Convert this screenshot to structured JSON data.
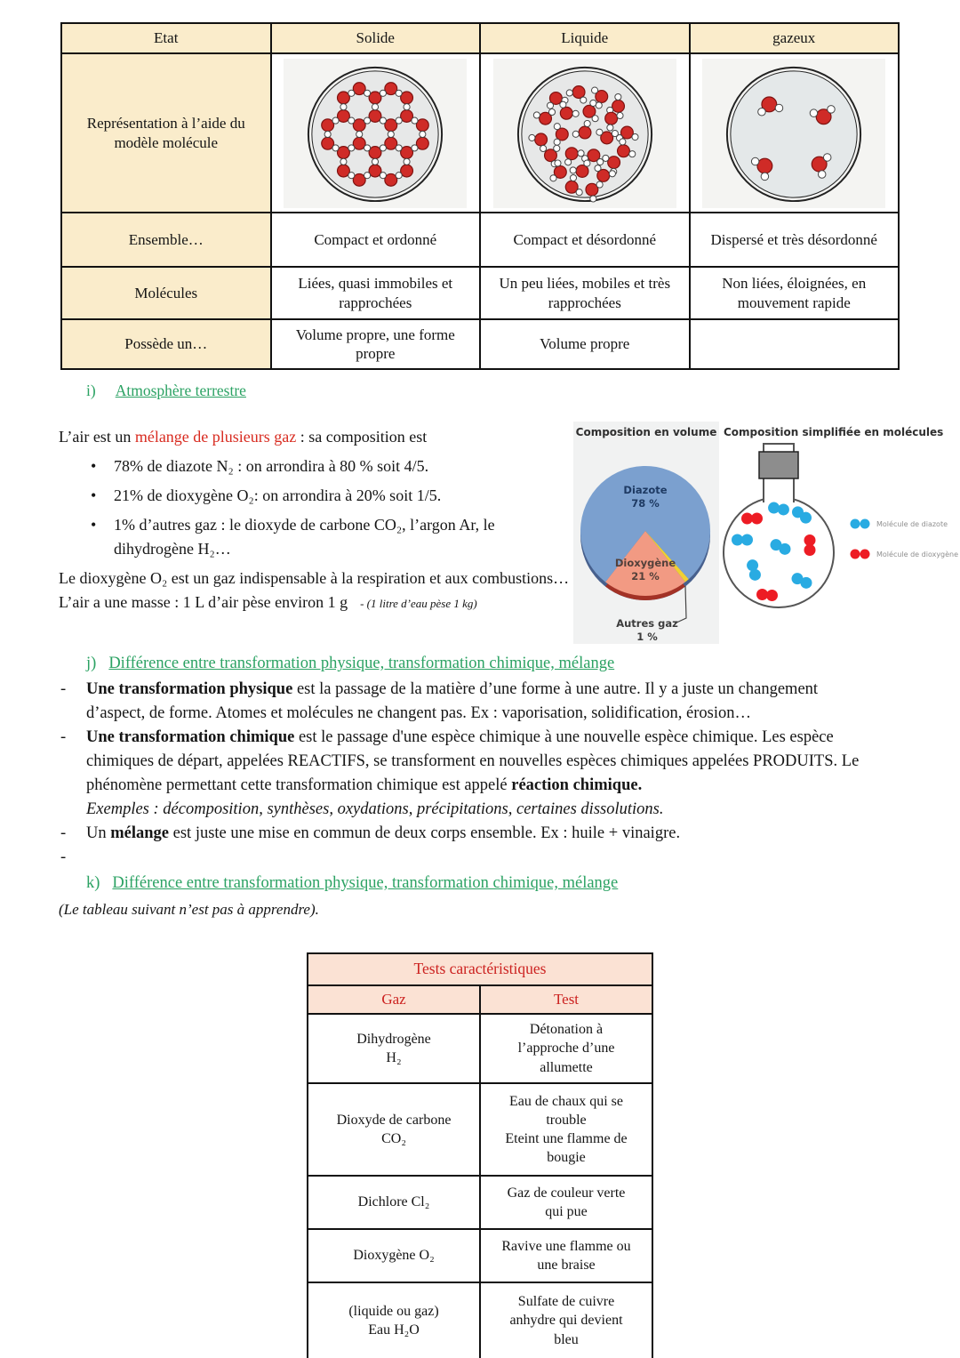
{
  "states_table": {
    "headers": [
      "Etat",
      "Solide",
      "Liquide",
      "gazeux"
    ],
    "representation_label": "Représentation à l’aide du modèle molécule",
    "ensemble_label": "Ensemble…",
    "molecules_label": "Molécules",
    "possede_label": "Possède un…",
    "ensemble": [
      "Compact et ordonné",
      "Compact et désordonné",
      "Dispersé et très désordonné"
    ],
    "molecules": [
      "Liées, quasi immobiles et rapprochées",
      "Un peu liées, mobiles et très rapprochées",
      "Non liées, éloignées, en mouvement rapide"
    ],
    "possede": [
      "Volume propre, une forme propre",
      "Volume propre",
      ""
    ]
  },
  "section_i": {
    "index": "i)",
    "title": "Atmosphère terrestre",
    "intro": {
      "pre": "L’air est un ",
      "red": "mélange de plusieurs gaz",
      "post": " : sa composition est"
    },
    "bullets": [
      "78% de diazote N₂ : on arrondira à 80 % soit 4/5.",
      "21% de dioxygène  O₂: on arrondira à 20% soit 1/5.",
      "1% d’autres gaz : le dioxyde de carbone CO₂, l’argon Ar, le dihydrogène H₂…"
    ],
    "para1": "Le dioxygène O₂ est un gaz indispensable à la respiration et aux combustions…",
    "para2": "L’air a une masse : 1 L d’air pèse environ 1 g",
    "para2_note": "- (1 litre d’eau pèse 1 kg)"
  },
  "chart_data": {
    "type": "pie",
    "title": "Composition en volume",
    "labels": [
      "Diazote",
      "Dioxygène",
      "Autres gaz"
    ],
    "values": [
      78,
      21,
      1
    ],
    "legend_position": "none",
    "slices": [
      {
        "label": "Diazote",
        "pct": "78 %",
        "value": 78,
        "color": "#7ba0cf"
      },
      {
        "label": "Dioxygène",
        "pct": "21 %",
        "value": 21,
        "color": "#f29a83"
      },
      {
        "label": "Autres gaz",
        "pct": "1 %",
        "value": 1,
        "color": "#f0d032"
      }
    ]
  },
  "molecule_diagram": {
    "title": "Composition simplifiée en molécules",
    "legend": [
      {
        "label": "Molécule de diazote",
        "color": "#29abe2"
      },
      {
        "label": "Molécule de dioxygène",
        "color": "#ed1c24"
      }
    ]
  },
  "section_j": {
    "index": "j)",
    "title": "Différence entre transformation physique, transformation chimique, mélange",
    "items": [
      {
        "bold": "Une transformation physique",
        "text": " est la passage de la matière d’une forme à une autre. Il y a juste un changement d’aspect, de forme. Atomes et molécules ne changent pas.  Ex : vaporisation, solidification, érosion…"
      },
      {
        "bold": "Une transformation chimique",
        "text": " est le passage d'une espèce chimique à une nouvelle espèce chimique. Les espèce chimiques de départ, appelées REACTIFS, se transforment en nouvelles espèces chimiques appelées PRODUITS. Le phénomène permettant cette transformation chimique est appelé ",
        "bold2": "réaction chimique.",
        "example": "Exemples : décomposition, synthèses, oxydations, précipitations, certaines dissolutions."
      },
      {
        "pre": "Un ",
        "bold": "mélange",
        "text": " est juste une mise en commun de deux corps ensemble. Ex : huile + vinaigre."
      }
    ]
  },
  "section_k": {
    "index": "k)",
    "title": "Différence entre transformation physique, transformation chimique, mélange",
    "note": "(Le tableau suivant n’est pas à apprendre)."
  },
  "tests_table": {
    "title": "Tests caractéristiques",
    "col_headers": [
      "Gaz",
      "Test"
    ],
    "rows": [
      {
        "gaz": "Dihydrogène\nH₂",
        "test": "Détonation à\nl’approche d’une\nallumette"
      },
      {
        "gaz": "Dioxyde de carbone\nCO₂",
        "test": "Eau de chaux qui se\ntrouble\nEteint une flamme de\nbougie"
      },
      {
        "gaz": "Dichlore Cl₂",
        "test": "Gaz de couleur verte\nqui pue"
      },
      {
        "gaz": "Dioxygène O₂",
        "test": "Ravive une flamme ou\nune braise"
      },
      {
        "gaz": "(liquide ou gaz)\nEau H₂O",
        "test": "Sulfate de cuivre\nanhydre qui devient\nbleu"
      }
    ]
  }
}
